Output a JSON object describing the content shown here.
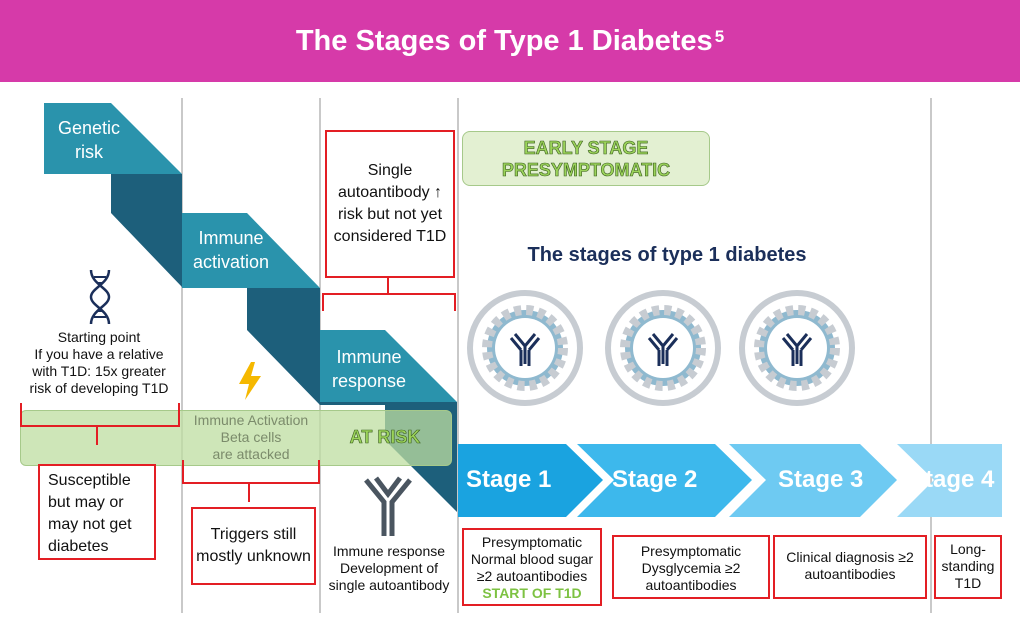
{
  "header": {
    "title": "The Stages of Type 1 Diabetes",
    "superscript": "5"
  },
  "stairs": {
    "genetic": "Genetic risk",
    "activation": "Immune activation",
    "response": "Immune response"
  },
  "starting_point": {
    "title": "Starting point",
    "text": "If you have a relative with T1D: 15x greater risk of developing T1D"
  },
  "single_autoantibody_box": "Single autoantibody ↑ risk but not yet considered T1D",
  "early_stage": {
    "line1": "EARLY STAGE",
    "line2": "PRESYMPTOMATIC"
  },
  "at_risk_band": {
    "immune_activation": "Immune Activation",
    "beta_cells": "Beta cells",
    "attacked": "are attacked",
    "at_risk": "AT RISK"
  },
  "stages_title": "The stages of type 1 diabetes",
  "susceptible_box": "Susceptible but may or may not get diabetes",
  "triggers_box": "Triggers still mostly unknown",
  "immune_response_caption": "Immune response Development of single autoantibody",
  "stages": [
    {
      "label": "Stage 1",
      "color": "#1aa3e0"
    },
    {
      "label": "Stage 2",
      "color": "#3db8ec"
    },
    {
      "label": "Stage 3",
      "color": "#6ecaf2"
    },
    {
      "label": "Stage 4",
      "color": "#9ad9f6"
    }
  ],
  "stage_boxes": {
    "s1": "Presymptomatic Normal blood sugar ≥2 autoantibodies",
    "s1_start": "START OF T1D",
    "s2": "Presymptomatic Dysglycemia ≥2 autoantibodies",
    "s3": "Clinical diagnosis ≥2 autoantibodies",
    "s4": "Long-standing T1D"
  },
  "colors": {
    "header": "#d63aa9",
    "red_outline": "#e31e24",
    "stair_light": "#2a93ac",
    "stair_dark": "#1d5f7b",
    "green_band": "#cfe5b0",
    "green_text": "#7dc242",
    "navy_title": "#1b2f5a"
  },
  "icons": [
    "dna-icon",
    "lightning-icon",
    "antibody-icon",
    "antibody-gear-icon"
  ]
}
